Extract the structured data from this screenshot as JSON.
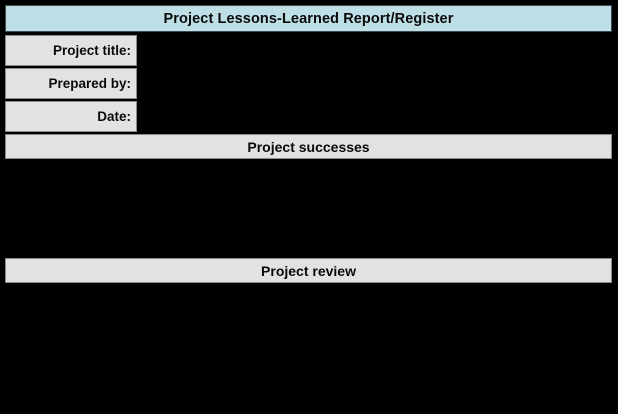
{
  "document": {
    "title": "Project Lessons-Learned Report/Register",
    "colors": {
      "title_bar_background": "#bedfe6",
      "section_bar_background": "#e3e2e2",
      "label_background": "#e3e2e2",
      "page_background": "#000000",
      "text": "#0a0a0a",
      "border": "#8c8c8c"
    }
  },
  "fields": [
    {
      "label": "Project title:",
      "value": ""
    },
    {
      "label": "Prepared by:",
      "value": ""
    },
    {
      "label": "Date:",
      "value": ""
    }
  ],
  "sections": [
    {
      "heading": "Project successes",
      "body": ""
    },
    {
      "heading": "Project review",
      "body": ""
    }
  ]
}
